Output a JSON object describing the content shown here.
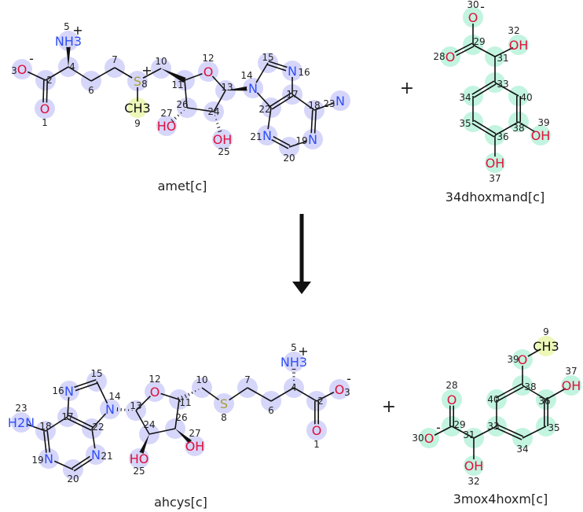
{
  "colors": {
    "highlight": "#d6d6fa",
    "aromatic_highlight": "#c2f4e0",
    "methyl_highlight": "#edf8b8",
    "O": "#e0103a",
    "N": "#2f4ff5",
    "S": "#a6a034",
    "C": "#111111",
    "bond": "#111111"
  },
  "reaction": {
    "plus_left": "+",
    "plus_right": "+",
    "arrow": "down-arrow-icon"
  },
  "molecules": [
    {
      "id": "amet",
      "name": "amet[c]",
      "atoms": [
        {
          "n": "1",
          "label": "O",
          "el": "O"
        },
        {
          "n": "2",
          "label": "",
          "el": "C"
        },
        {
          "n": "3",
          "label": "O",
          "el": "O",
          "charge": "-"
        },
        {
          "n": "4",
          "label": "",
          "el": "C"
        },
        {
          "n": "5",
          "label": "NH3",
          "el": "N",
          "charge": "+"
        },
        {
          "n": "6",
          "label": "",
          "el": "C"
        },
        {
          "n": "7",
          "label": "",
          "el": "C"
        },
        {
          "n": "8",
          "label": "S",
          "el": "S",
          "charge": "+"
        },
        {
          "n": "9",
          "label": "CH3",
          "el": "C",
          "hl": "methyl"
        },
        {
          "n": "10",
          "label": "",
          "el": "C"
        },
        {
          "n": "11",
          "label": "",
          "el": "C"
        },
        {
          "n": "12",
          "label": "O",
          "el": "O"
        },
        {
          "n": "13",
          "label": "",
          "el": "C"
        },
        {
          "n": "14",
          "label": "N",
          "el": "N"
        },
        {
          "n": "15",
          "label": "",
          "el": "C"
        },
        {
          "n": "16",
          "label": "N",
          "el": "N"
        },
        {
          "n": "17",
          "label": "",
          "el": "C"
        },
        {
          "n": "18",
          "label": "",
          "el": "C"
        },
        {
          "n": "19",
          "label": "N",
          "el": "N"
        },
        {
          "n": "20",
          "label": "",
          "el": "C"
        },
        {
          "n": "21",
          "label": "N",
          "el": "N"
        },
        {
          "n": "22",
          "label": "",
          "el": "C"
        },
        {
          "n": "23",
          "label": "N",
          "el": "N"
        },
        {
          "n": "24",
          "label": "",
          "el": "C"
        },
        {
          "n": "25",
          "label": "OH",
          "el": "O"
        },
        {
          "n": "26",
          "label": "",
          "el": "C"
        },
        {
          "n": "27",
          "label": "HO",
          "el": "O"
        }
      ]
    },
    {
      "id": "dhox",
      "name": "34dhoxmand[c]",
      "atoms": [
        {
          "n": "28",
          "label": "O",
          "el": "O"
        },
        {
          "n": "29",
          "label": "",
          "el": "C"
        },
        {
          "n": "30",
          "label": "O",
          "el": "O",
          "charge": "-"
        },
        {
          "n": "31",
          "label": "",
          "el": "C"
        },
        {
          "n": "32",
          "label": "OH",
          "el": "O"
        },
        {
          "n": "33",
          "label": "",
          "el": "C"
        },
        {
          "n": "34",
          "label": "",
          "el": "C"
        },
        {
          "n": "35",
          "label": "",
          "el": "C"
        },
        {
          "n": "36",
          "label": "",
          "el": "C"
        },
        {
          "n": "37",
          "label": "OH",
          "el": "O"
        },
        {
          "n": "38",
          "label": "",
          "el": "C"
        },
        {
          "n": "39",
          "label": "OH",
          "el": "O"
        },
        {
          "n": "40",
          "label": "",
          "el": "C"
        }
      ]
    },
    {
      "id": "ahcys",
      "name": "ahcys[c]",
      "atoms": [
        {
          "n": "1",
          "label": "O",
          "el": "O"
        },
        {
          "n": "2",
          "label": "",
          "el": "C"
        },
        {
          "n": "3",
          "label": "O",
          "el": "O",
          "charge": "-"
        },
        {
          "n": "4",
          "label": "",
          "el": "C"
        },
        {
          "n": "5",
          "label": "NH3",
          "el": "N",
          "charge": "+"
        },
        {
          "n": "6",
          "label": "",
          "el": "C"
        },
        {
          "n": "7",
          "label": "",
          "el": "C"
        },
        {
          "n": "8",
          "label": "S",
          "el": "S"
        },
        {
          "n": "10",
          "label": "",
          "el": "C"
        },
        {
          "n": "11",
          "label": "",
          "el": "C"
        },
        {
          "n": "12",
          "label": "O",
          "el": "O"
        },
        {
          "n": "13",
          "label": "",
          "el": "C"
        },
        {
          "n": "14",
          "label": "N",
          "el": "N"
        },
        {
          "n": "15",
          "label": "",
          "el": "C"
        },
        {
          "n": "16",
          "label": "N",
          "el": "N"
        },
        {
          "n": "17",
          "label": "",
          "el": "C"
        },
        {
          "n": "18",
          "label": "",
          "el": "C"
        },
        {
          "n": "19",
          "label": "N",
          "el": "N"
        },
        {
          "n": "20",
          "label": "",
          "el": "C"
        },
        {
          "n": "21",
          "label": "N",
          "el": "N"
        },
        {
          "n": "22",
          "label": "",
          "el": "C"
        },
        {
          "n": "23",
          "label": "H2N",
          "el": "N"
        },
        {
          "n": "24",
          "label": "",
          "el": "C"
        },
        {
          "n": "25",
          "label": "HO",
          "el": "O"
        },
        {
          "n": "26",
          "label": "",
          "el": "C"
        },
        {
          "n": "27",
          "label": "OH",
          "el": "O"
        }
      ]
    },
    {
      "id": "mox",
      "name": "3mox4hoxm[c]",
      "atoms": [
        {
          "n": "28",
          "label": "O",
          "el": "O"
        },
        {
          "n": "29",
          "label": "",
          "el": "C"
        },
        {
          "n": "30",
          "label": "O",
          "el": "O",
          "charge": "-"
        },
        {
          "n": "31",
          "label": "",
          "el": "C"
        },
        {
          "n": "32",
          "label": "OH",
          "el": "O"
        },
        {
          "n": "33",
          "label": "",
          "el": "C"
        },
        {
          "n": "34",
          "label": "",
          "el": "C"
        },
        {
          "n": "35",
          "label": "",
          "el": "C"
        },
        {
          "n": "36",
          "label": "",
          "el": "C"
        },
        {
          "n": "37",
          "label": "OH",
          "el": "O"
        },
        {
          "n": "38",
          "label": "",
          "el": "C"
        },
        {
          "n": "39",
          "label": "O",
          "el": "O"
        },
        {
          "n": "9",
          "label": "CH3",
          "el": "C",
          "hl": "methyl"
        },
        {
          "n": "40",
          "label": "",
          "el": "C"
        }
      ]
    }
  ]
}
